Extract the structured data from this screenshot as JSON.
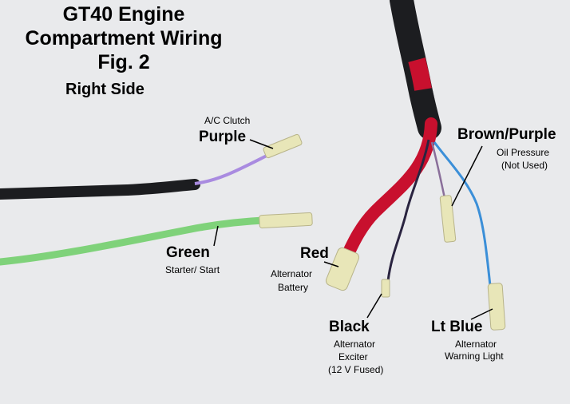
{
  "title": {
    "line1": "GT40 Engine",
    "line2": "Compartment Wiring",
    "line3": "Fig. 2"
  },
  "subtitle": "Right Side",
  "labels": {
    "purple": {
      "note": "A/C Clutch",
      "name": "Purple"
    },
    "green": {
      "name": "Green",
      "note": "Starter/ Start"
    },
    "red": {
      "name": "Red",
      "note1": "Alternator",
      "note2": "Battery"
    },
    "black": {
      "name": "Black",
      "note1": "Alternator",
      "note2": "Exciter",
      "note3": "(12 V Fused)"
    },
    "brown_purple": {
      "name": "Brown/Purple",
      "note1": "Oil Pressure",
      "note2": "(Not Used)"
    },
    "lt_blue": {
      "name": "Lt Blue",
      "note1": "Alternator",
      "note2": "Warning Light"
    }
  },
  "colors": {
    "background": "#e9eaec",
    "harness": "#1c1d20",
    "red_wire": "#c8102e",
    "green_wire": "#7fd27a",
    "purple_wire": "#a98be0",
    "blue_wire": "#3b8fd8",
    "brown_purple_wire": "#8a6f9a",
    "black_wire": "#2a2440",
    "connector": "#e8e6b8"
  }
}
